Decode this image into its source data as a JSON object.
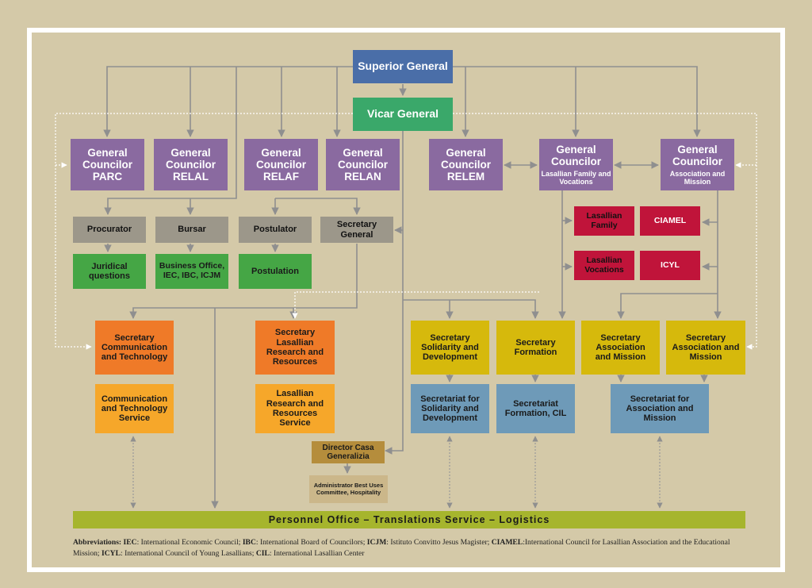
{
  "nodes": {
    "superior_general": "Superior General",
    "vicar_general": "Vicar General",
    "gc_parc_title": "General Councilor",
    "gc_parc_name": "PARC",
    "gc_relal_title": "General Councilor",
    "gc_relal_name": "RELAL",
    "gc_relaf_title": "General Councilor",
    "gc_relaf_name": "RELAF",
    "gc_relan_title": "General Councilor",
    "gc_relan_name": "RELAN",
    "gc_relem_title": "General Councilor",
    "gc_relem_name": "RELEM",
    "gc_family_title": "General Councilor",
    "gc_family_sub": "Lasallian Family and Vocations",
    "gc_association_title": "General Councilor",
    "gc_association_sub": "Association and Mission",
    "procurator": "Procurator",
    "bursar": "Bursar",
    "postulator": "Postulator",
    "secretary_general": "Secretary General",
    "juridical": "Juridical questions",
    "business_office": "Business Office, IEC, IBC, ICJM",
    "postulation": "Postulation",
    "lasallian_family": "Lasallian Family",
    "ciamel": "CIAMEL",
    "lasallian_vocations": "Lasallian Vocations",
    "icyl": "ICYL",
    "sec_comm_tech": "Secretary Communication and Technology",
    "comm_tech_service": "Communication and Technology Service",
    "sec_research": "Secretary Lasallian Research and Resources",
    "research_service": "Lasallian Research and Resources Service",
    "sec_solidarity": "Secretary Solidarity and Development",
    "secretariat_solidarity": "Secretariat for Solidarity and Development",
    "sec_formation": "Secretary Formation",
    "secretariat_formation": "Secretariat Formation, CIL",
    "sec_association_1": "Secretary Association and Mission",
    "sec_association_2": "Secretary Association and Mission",
    "secretariat_association": "Secretariat for Association and Mission",
    "director_casa": "Director Casa Generalizia",
    "administrator": "Administrator Best Uses Committee, Hospitality"
  },
  "bottom_bar": "Personnel Office  –  Translations Service  –  Logistics",
  "abbreviations": [
    {
      "key": "Abbreviations: IEC",
      "text": ": International Economic Council; "
    },
    {
      "key": "IBC",
      "text": ": International Board of Councilors; "
    },
    {
      "key": "ICJM",
      "text": ": Istituto Convitto Jesus Magister; "
    },
    {
      "key": "CIAMEL",
      "text": ":International Council for Lasallian Association and the Educational Mission; "
    },
    {
      "key": "ICYL",
      "text": ": International Council of Young Lasallians; "
    },
    {
      "key": "CIL",
      "text": ": International Lasallian Center"
    }
  ],
  "colors": {
    "background": "#d4c9a8",
    "superior": "#4a6ea8",
    "vicar": "#3aa86a",
    "councilor": "#8a6aa0",
    "office": "#9c978a",
    "service_green": "#45a645",
    "council_red": "#c0143a",
    "orange": "#ef7a28",
    "light_orange": "#f6a72a",
    "yellow": "#d6b90c",
    "blue": "#6e9ab8",
    "bar": "#a6b52d"
  }
}
